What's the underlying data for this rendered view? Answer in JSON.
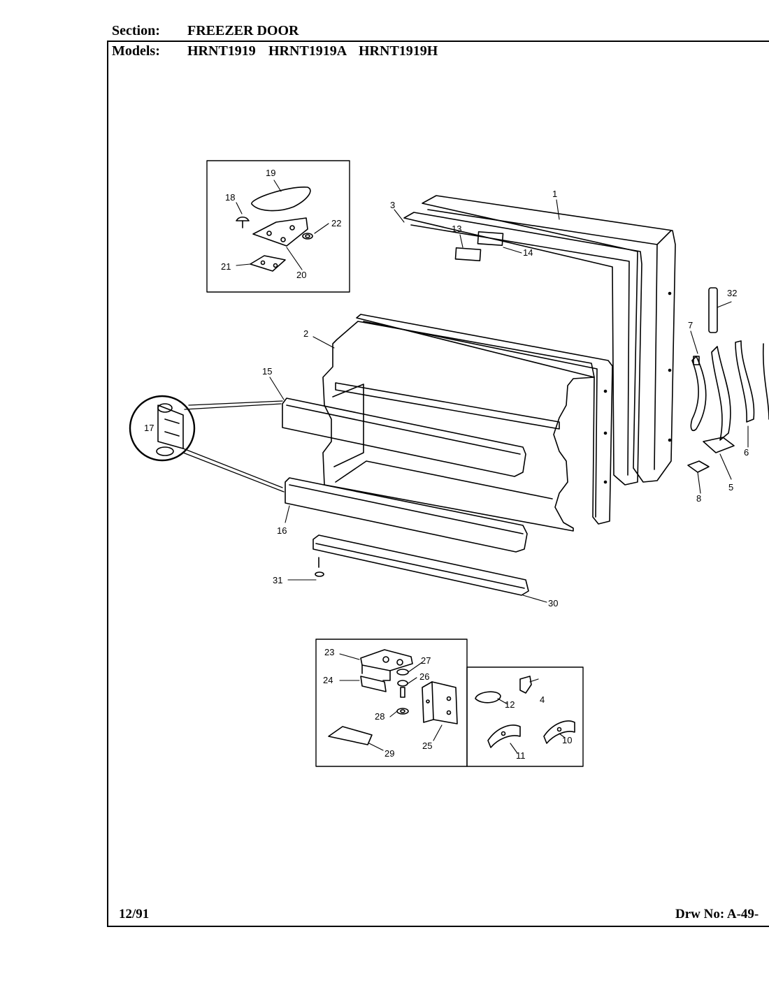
{
  "header": {
    "section_label": "Section:",
    "section_value": "FREEZER DOOR",
    "models_label": "Models:",
    "models": [
      "HRNT1919",
      "HRNT1919A",
      "HRNT1919H"
    ]
  },
  "footer": {
    "date": "12/91",
    "drawing_no": "Drw No: A-49-"
  },
  "callouts": {
    "c1": "1",
    "c2": "2",
    "c3": "3",
    "c4": "4",
    "c5": "5",
    "c6": "6",
    "c7": "7",
    "c8": "8",
    "c10": "10",
    "c11": "11",
    "c12": "12",
    "c13": "13",
    "c14": "14",
    "c15": "15",
    "c16": "16",
    "c17": "17",
    "c18": "18",
    "c19": "19",
    "c20": "20",
    "c21": "21",
    "c22": "22",
    "c23": "23",
    "c24": "24",
    "c25": "25",
    "c26": "26",
    "c27": "27",
    "c28": "28",
    "c29": "29",
    "c30": "30",
    "c31": "31",
    "c32": "32"
  }
}
